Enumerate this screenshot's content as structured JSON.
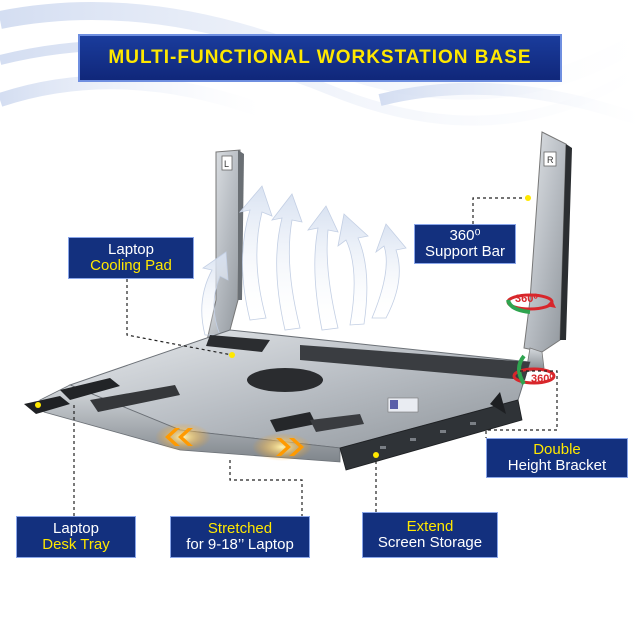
{
  "title": "MULTI-FUNCTIONAL  WORKSTATION  BASE",
  "labels": {
    "cooling_pad": {
      "line1": "Laptop",
      "line2": "Cooling Pad"
    },
    "support_bar": {
      "line1": "360⁰",
      "line2": "Support Bar"
    },
    "double_bracket": {
      "line1": "Double",
      "line2": "Height Bracket"
    },
    "desk_tray": {
      "line1": "Laptop",
      "line2": "Desk Tray"
    },
    "stretched": {
      "line1": "Stretched",
      "line2": "for 9-18’’ Laptop"
    },
    "extend_storage": {
      "line1": "Extend",
      "line2": "Screen Storage"
    }
  },
  "rotation_badges": {
    "upper": "360⁰",
    "lower": "360⁰"
  },
  "arm_markers": {
    "left": "L",
    "right": "R"
  },
  "colors": {
    "banner": "#13307e",
    "accent_yellow": "#ffe800",
    "rotation_red": "#d8262b",
    "rotation_green": "#2fa44f",
    "aluminum": "#b9bec4"
  }
}
